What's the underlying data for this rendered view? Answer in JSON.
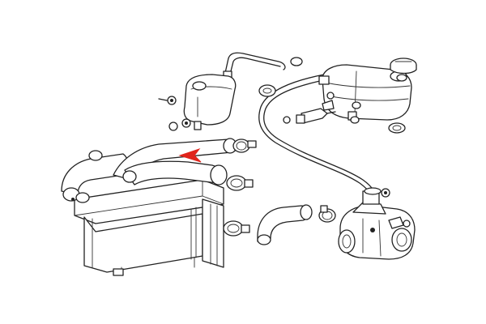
{
  "diagram": {
    "style": "exploded-parts line drawing",
    "line_color": "#222222",
    "background": "#ffffff",
    "accent": "#e0241b",
    "highlight": {
      "shape": "arrowhead",
      "color": "#e0241b",
      "points_at": "upper-radiator-hose"
    },
    "parts": [
      {
        "name": "radiator",
        "kind": "core"
      },
      {
        "name": "upper-radiator-hose"
      },
      {
        "name": "lower-radiator-hose"
      },
      {
        "name": "coolant-expansion-tank"
      },
      {
        "name": "expansion-tank-cap"
      },
      {
        "name": "overflow-bottle"
      },
      {
        "name": "thermostat-housing"
      },
      {
        "name": "temperature-sensor"
      },
      {
        "name": "bleeder-hose"
      },
      {
        "name": "hose-clamps"
      }
    ]
  }
}
